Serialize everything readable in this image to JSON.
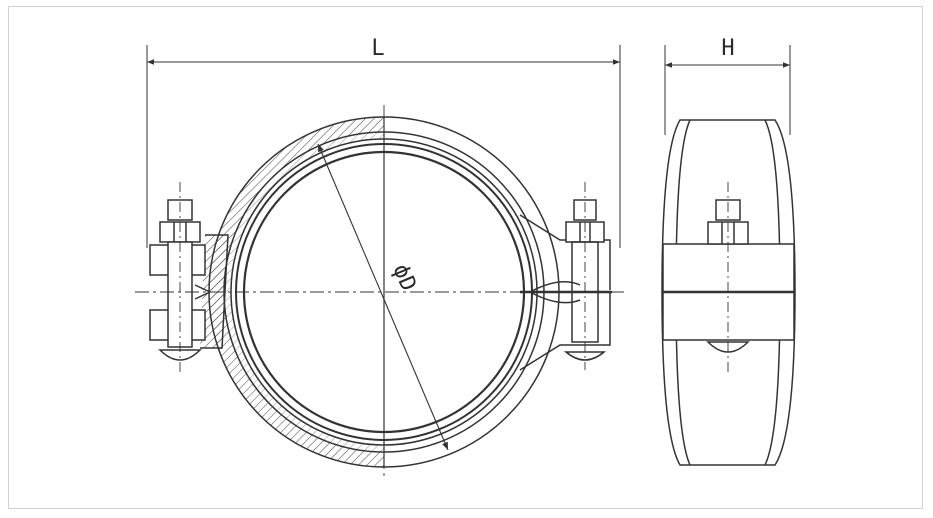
{
  "drawing": {
    "dimension_length_label": "L",
    "dimension_height_label": "H",
    "diameter_label": "ϕD",
    "line_color": "#333333",
    "hatch_color": "#555555",
    "frame_color": "#d2d2d2"
  }
}
